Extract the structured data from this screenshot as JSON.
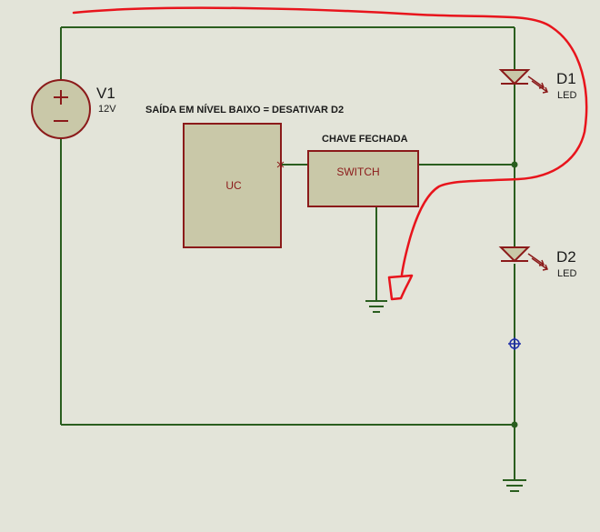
{
  "source": {
    "name": "V1",
    "value": "12V"
  },
  "diodes": [
    {
      "name": "D1",
      "type": "LED"
    },
    {
      "name": "D2",
      "type": "LED"
    }
  ],
  "annotation": "SAÍDA EM NÍVEL BAIXO = DESATIVAR D2",
  "switch_caption": "CHAVE FECHADA",
  "switch_label": "SWITCH",
  "controller_label": "UC",
  "colors": {
    "background": "#e3e4d9",
    "wire": "#2a5e1f",
    "component_fill": "#c9c8a8",
    "component_stroke": "#8b1a1a",
    "label_dark": "#1a1a1a",
    "label_red": "#8b1a1a",
    "annotation": "#e8141c",
    "probe": "#1f2fa8"
  }
}
